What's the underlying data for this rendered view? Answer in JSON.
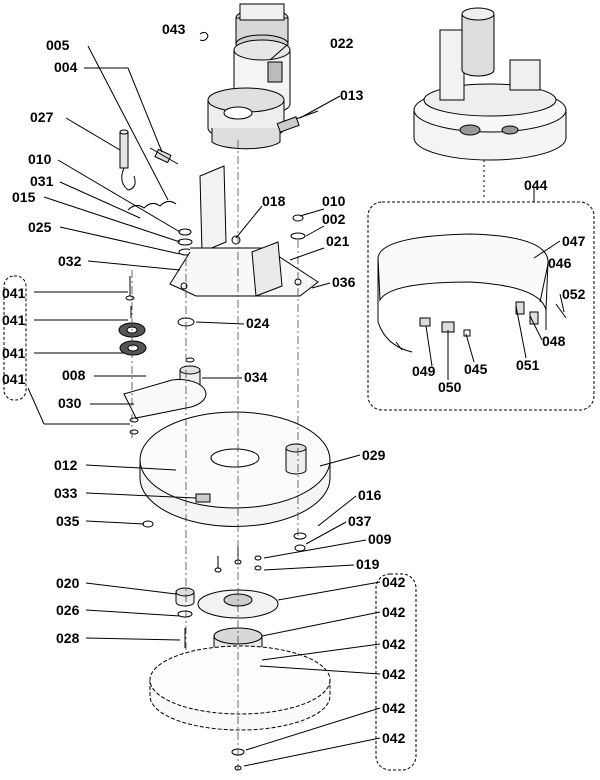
{
  "labels": {
    "p043": "043",
    "p022": "022",
    "p005": "005",
    "p004": "004",
    "p013": "013",
    "p027": "027",
    "p010a": "010",
    "p031": "031",
    "p015": "015",
    "p018": "018",
    "p010b": "010",
    "p002": "002",
    "p025": "025",
    "p021": "021",
    "p032": "032",
    "p036": "036",
    "p041a": "041",
    "p041b": "041",
    "p041c": "041",
    "p041d": "041",
    "p024": "024",
    "p008": "008",
    "p034": "034",
    "p030": "030",
    "p029": "029",
    "p012": "012",
    "p016": "016",
    "p033": "033",
    "p037": "037",
    "p035": "035",
    "p009": "009",
    "p019": "019",
    "p020": "020",
    "p026": "026",
    "p028": "028",
    "p042a": "042",
    "p042b": "042",
    "p042c": "042",
    "p042d": "042",
    "p042e": "042",
    "p042f": "042",
    "p044": "044",
    "p047": "047",
    "p046": "046",
    "p052": "052",
    "p048": "048",
    "p049": "049",
    "p050": "050",
    "p045": "045",
    "p051": "051"
  }
}
